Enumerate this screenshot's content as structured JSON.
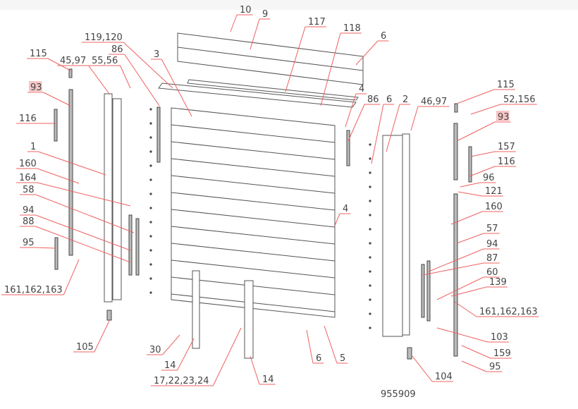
{
  "diagram": {
    "drawing_number": "955909",
    "labels": [
      "10",
      "9",
      "117",
      "118",
      "6",
      "119,120",
      "86",
      "115",
      "45,97",
      "55,56",
      "3",
      "93",
      "4",
      "86",
      "6",
      "2",
      "46,97",
      "115",
      "52,156",
      "93",
      "116",
      "157",
      "116",
      "1",
      "96",
      "121",
      "160",
      "164",
      "58",
      "160",
      "94",
      "88",
      "4",
      "57",
      "95",
      "94",
      "87",
      "60",
      "139",
      "161,162,163",
      "161,162,163",
      "103",
      "105",
      "30",
      "159",
      "14",
      "6",
      "5",
      "95",
      "104",
      "17,22,23,24",
      "14"
    ],
    "highlighted_labels": [
      "93"
    ],
    "highlight_color": "#f7c6c6",
    "leader_color": "#f06060"
  }
}
